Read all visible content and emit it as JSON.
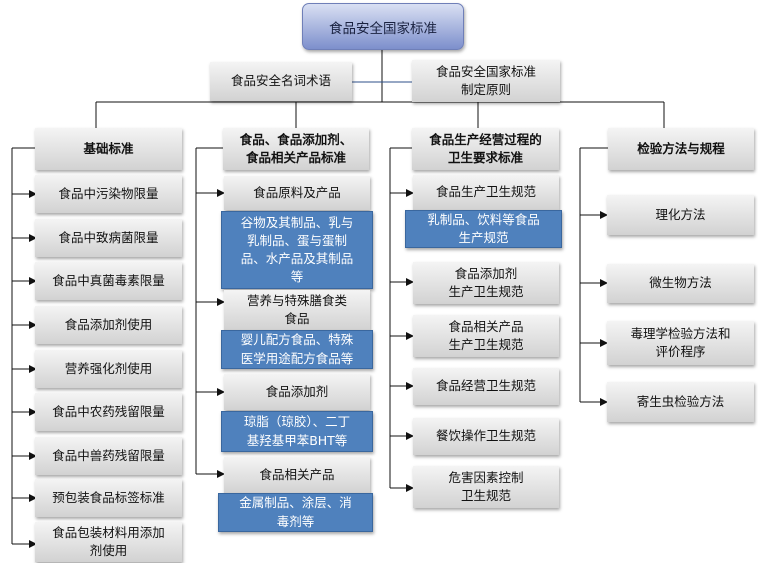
{
  "root": "食品安全国家标准",
  "support": {
    "left": "食品安全名词术语",
    "right": [
      "食品安全国家标准",
      "制定原则"
    ]
  },
  "columns": {
    "basic": {
      "title": "基础标准",
      "items": [
        [
          "食品中污染物限量"
        ],
        [
          "食品中致病菌限量"
        ],
        [
          "食品中真菌毒素限量"
        ],
        [
          "食品添加剂使用"
        ],
        [
          "营养强化剂使用"
        ],
        [
          "食品中农药残留限量"
        ],
        [
          "食品中兽药残留限量"
        ],
        [
          "预包装食品标签标准"
        ],
        [
          "食品包装材料用添加",
          "剂使用"
        ]
      ]
    },
    "product": {
      "title": [
        "食品、食品添加剂、",
        "食品相关产品标准"
      ],
      "groups": [
        {
          "label": [
            "食品原料及产品"
          ],
          "detail": [
            "谷物及其制品、乳与",
            "乳制品、蛋与蛋制",
            "品、水产品及其制品",
            "等"
          ]
        },
        {
          "label": [
            "营养与特殊膳食类",
            "食品"
          ],
          "detail": [
            "婴儿配方食品、特殊",
            "医学用途配方食品等"
          ]
        },
        {
          "label": [
            "食品添加剂"
          ],
          "detail": [
            "琼脂（琼胶）、二丁",
            "基羟基甲苯BHT等"
          ]
        },
        {
          "label": [
            "食品相关产品"
          ],
          "detail": [
            "金属制品、涂层、消",
            "毒剂等"
          ]
        }
      ]
    },
    "hygiene": {
      "title": [
        "食品生产经营过程的",
        "卫生要求标准"
      ],
      "items": [
        {
          "label": [
            "食品生产卫生规范"
          ],
          "detail": [
            "乳制品、饮料等食品",
            "生产规范"
          ]
        },
        {
          "label": [
            "食品添加剂",
            "生产卫生规范"
          ]
        },
        {
          "label": [
            "食品相关产品",
            "生产卫生规范"
          ]
        },
        {
          "label": [
            "食品经营卫生规范"
          ]
        },
        {
          "label": [
            "餐饮操作卫生规范"
          ]
        },
        {
          "label": [
            "危害因素控制",
            "卫生规范"
          ]
        }
      ]
    },
    "methods": {
      "title": "检验方法与规程",
      "items": [
        [
          "理化方法"
        ],
        [
          "微生物方法"
        ],
        [
          "毒理学检验方法和",
          "评价程序"
        ],
        [
          "寄生虫检验方法"
        ]
      ]
    }
  },
  "colors": {
    "detail_fill": "#4f81bd",
    "root_fill": "#8ea0d6",
    "box_fill": "#dddddd"
  }
}
